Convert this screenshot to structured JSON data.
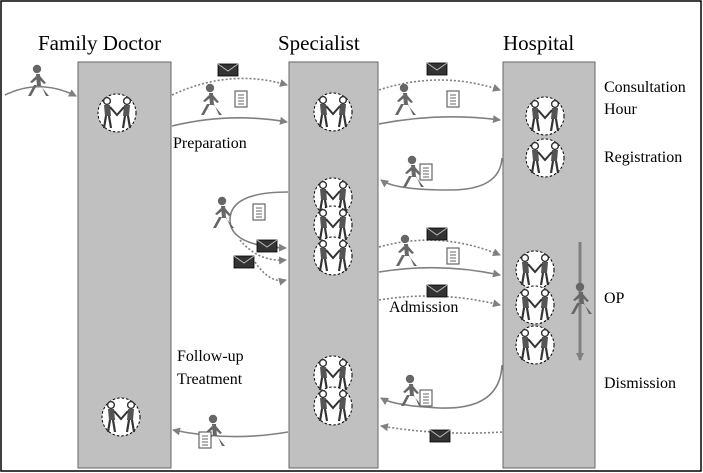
{
  "columns": {
    "family_doctor": "Family Doctor",
    "specialist": "Specialist",
    "hospital": "Hospital"
  },
  "side_labels": {
    "consultation_line1": "Consultation",
    "consultation_line2": "Hour",
    "registration": "Registration",
    "op": "OP",
    "dismission": "Dismission"
  },
  "process_labels": {
    "preparation": "Preparation",
    "admission": "Admission",
    "follow_up_line1": "Follow-up",
    "follow_up_line2": "Treatment"
  },
  "icons": {
    "patient": "walking-person-icon",
    "meeting": "handshake-circle-icon",
    "letter": "envelope-icon",
    "document": "document-icon"
  },
  "colors": {
    "column_fill": "#c0c0c0",
    "arrow": "#808080",
    "icon": "#666666",
    "envelope": "#333333"
  }
}
